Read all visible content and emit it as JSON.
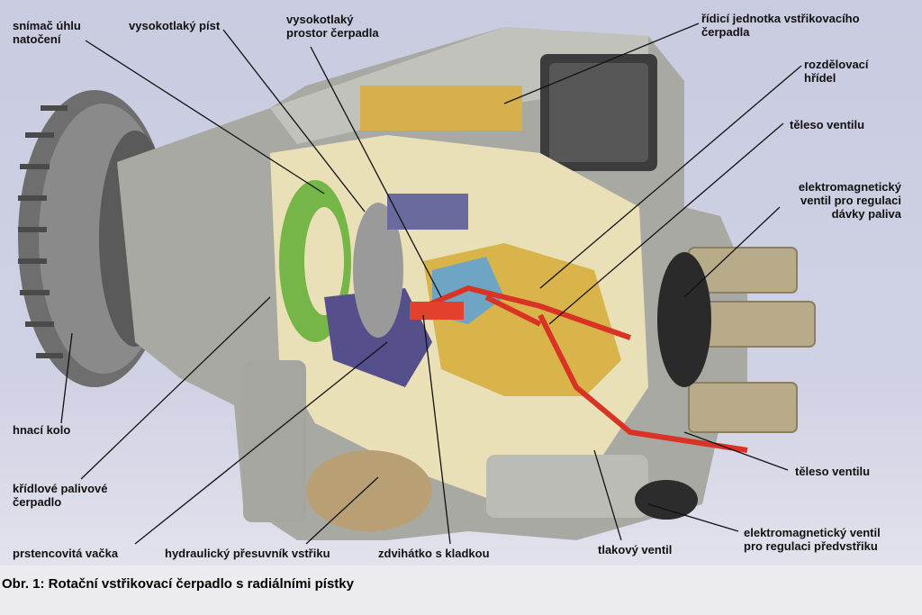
{
  "labels": {
    "snimac": "snímač úhlu\nnatočení",
    "vys_pist": "vysokotlaký píst",
    "vys_prostor": "vysokotlaký\nprostor čerpadla",
    "ridici": "řídicí jednotka vstřikovacího\nčerpadla",
    "rozdelovaci": "rozdělovací\nhřídel",
    "teleso1": "těleso ventilu",
    "elmag1": "elektromagnetický\nventil pro regulaci\ndávky paliva",
    "hnaci": "hnací kolo",
    "kridlove": "křídlové palivové\nčerpadlo",
    "prstenc": "prstencovitá vačka",
    "hydraul": "hydraulický přesuvník vstřiku",
    "zdvihatko": "zdvihátko s kladkou",
    "tlakovy": "tlakový ventil",
    "teleso2": "těleso ventilu",
    "elmag2": "elektromagnetický ventil\npro regulaci předvstřiku"
  },
  "caption": "Obr. 1: Rotační vstřikovací čerpadlo s radiálními pístky"
}
